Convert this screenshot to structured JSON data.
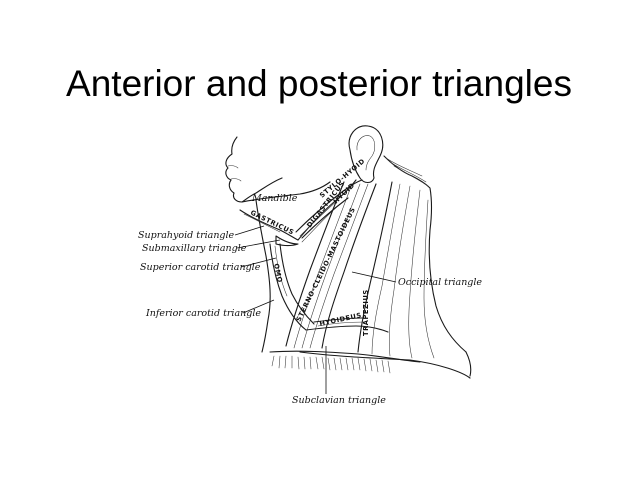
{
  "slide": {
    "title": "Anterior and posterior triangles"
  },
  "figure": {
    "labels": {
      "mandible": "Mandible",
      "suprahyoid": "Suprahyoid triangle",
      "submaxillary": "Submaxillary triangle",
      "superior_carotid": "Superior carotid triangle",
      "inferior_carotid": "Inferior carotid triangle",
      "occipital": "Occipital triangle",
      "subclavian": "Subclavian triangle"
    },
    "muscles": {
      "scm": "STERNO-CLEIDO-MASTOIDEUS",
      "trapezius": "TRAPEZIUS",
      "omohyoid_upper": "OMO",
      "omohyoid_lower": "HYOIDEUS",
      "digastric_upper": "DIGASTRICUS",
      "digastric_lower": "GASTRICUS",
      "stylohyoid": "STYLO-HYOID",
      "mylohyoid": "HYOID"
    }
  }
}
